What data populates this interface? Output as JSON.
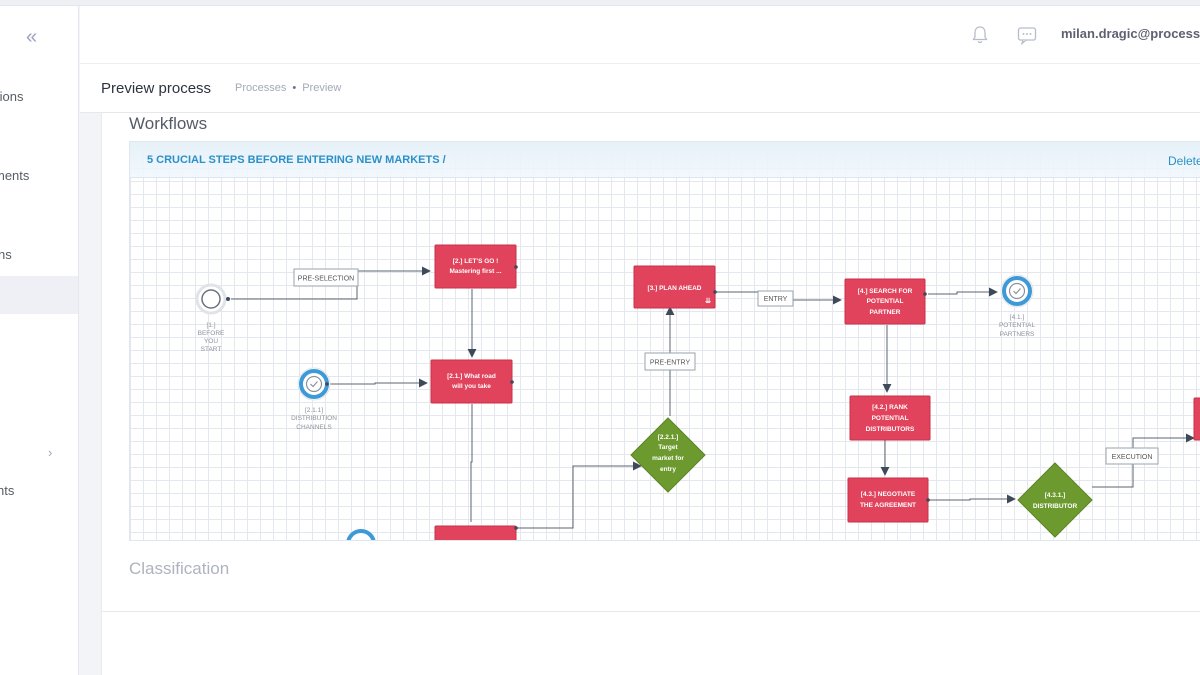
{
  "sidebar": {
    "items": [
      {
        "label": "tions"
      },
      {
        "label": "ments"
      },
      {
        "label": "ns"
      },
      {
        "label": ""
      },
      {
        "label": "nts"
      }
    ]
  },
  "header": {
    "user": "milan.dragic@process-"
  },
  "subheader": {
    "title": "Preview process",
    "breadcrumb": [
      "Processes",
      "Preview"
    ]
  },
  "workflows": {
    "heading": "Workflows",
    "name": "5 CRUCIAL STEPS BEFORE ENTERING NEW MARKETS /",
    "delete_label": "Delete"
  },
  "classification": {
    "heading": "Classification"
  },
  "colors": {
    "task": "#e0435b",
    "decision": "#6d9a2f",
    "event_ring": "#3d9ad6",
    "link": "#2c90c8"
  },
  "diagram": {
    "start": {
      "lines": [
        "[1.]",
        "BEFORE",
        "YOU",
        "START"
      ]
    },
    "tasks": [
      {
        "id": "t2",
        "lines": [
          "[2.] LET'S GO !",
          "Mastering first ..."
        ]
      },
      {
        "id": "t21",
        "lines": [
          "[2.1.] What road",
          "will you take"
        ]
      },
      {
        "id": "t3",
        "lines": [
          "[3.] PLAN AHEAD"
        ]
      },
      {
        "id": "t4",
        "lines": [
          "[4.] SEARCH FOR",
          "POTENTIAL",
          "PARTNER"
        ]
      },
      {
        "id": "t42",
        "lines": [
          "[4.2.] RANK",
          "POTENTIAL",
          "DISTRIBUTORS"
        ]
      },
      {
        "id": "t43",
        "lines": [
          "[4.3.] NEGOTIATE",
          "THE AGREEMENT"
        ]
      }
    ],
    "decisions": [
      {
        "id": "d221",
        "lines": [
          "[2.2.1.]",
          "Target",
          "market for",
          "entry"
        ]
      },
      {
        "id": "d431",
        "lines": [
          "[4.3.1.]",
          "DISTRIBUTOR"
        ]
      }
    ],
    "events": [
      {
        "id": "e211",
        "lines": [
          "[2.1.1]",
          "DISTRIBUTION",
          "CHANNELS"
        ]
      },
      {
        "id": "e41",
        "lines": [
          "[4.1.]",
          "POTENTIAL",
          "PARTNERS"
        ]
      }
    ],
    "edge_labels": [
      {
        "id": "l-pre-selection",
        "text": "PRE-SELECTION"
      },
      {
        "id": "l-pre-entry",
        "text": "PRE-ENTRY"
      },
      {
        "id": "l-entry",
        "text": "ENTRY"
      },
      {
        "id": "l-execution",
        "text": "EXECUTION"
      }
    ]
  }
}
